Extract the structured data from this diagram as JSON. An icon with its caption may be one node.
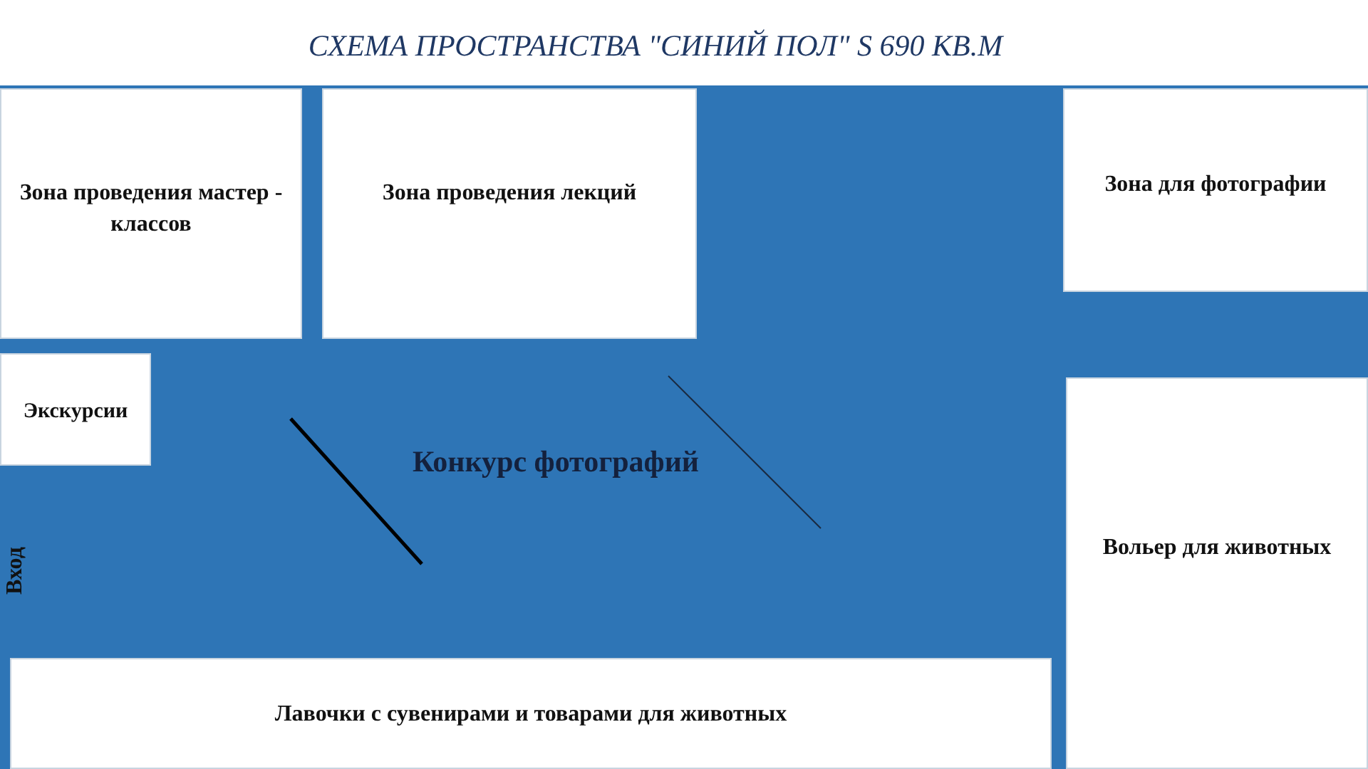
{
  "diagram": {
    "title": "СХЕМА ПРОСТРАНСТВА \"СИНИЙ ПОЛ\" S 690 КВ.М",
    "nodes": [
      {
        "text": [
          "Конкурс фотографий"
        ]
      },
      {
        "text": [
          "Зона проведения мастер - классов"
        ],
        "in": 0
      },
      {
        "text": [
          "Зона проведения лекций"
        ],
        "in": 0
      },
      {
        "text": [
          "Зона для фотографии"
        ],
        "in": 0
      },
      {
        "text": [
          "Экскурсии"
        ],
        "in": 0
      },
      {
        "text": [
          "Вольер для животных"
        ],
        "in": 0
      },
      {
        "text": [
          "Лавочки с сувенирами и товарами для животных"
        ],
        "in": 0
      }
    ],
    "edges": [],
    "labels": [
      "Вход"
    ]
  }
}
